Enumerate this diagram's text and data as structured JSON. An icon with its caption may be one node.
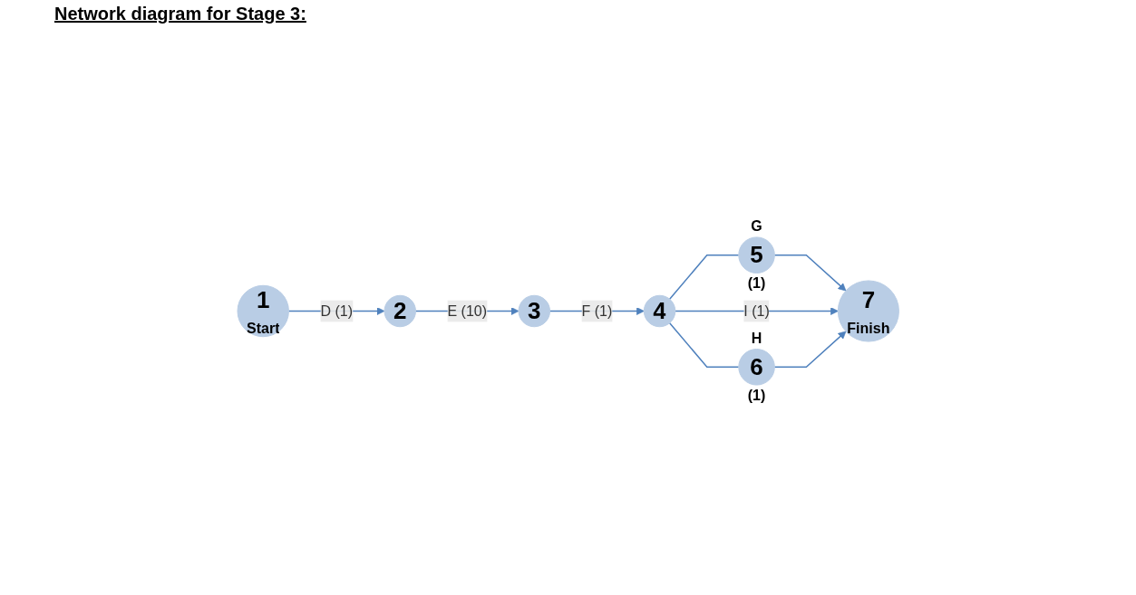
{
  "diagram": {
    "title": "Network diagram for Stage 3:",
    "nodes": [
      {
        "text": [
          "1",
          "Start"
        ]
      },
      {
        "text": [
          "2"
        ]
      },
      {
        "text": [
          "3"
        ]
      },
      {
        "text": [
          "4"
        ]
      },
      {
        "text": [
          "5"
        ],
        "beside": [
          "G",
          "(1)"
        ]
      },
      {
        "text": [
          "6"
        ],
        "beside": [
          "H",
          "(1)"
        ]
      },
      {
        "text": [
          "7",
          "Finish"
        ]
      }
    ],
    "edges": [
      {
        "from": 0,
        "to": 1,
        "arrow": "to",
        "label": "D (1)"
      },
      {
        "from": 1,
        "to": 2,
        "arrow": "to",
        "label": "E (10)"
      },
      {
        "from": 2,
        "to": 3,
        "arrow": "to",
        "label": "F (1)"
      },
      {
        "from": 3,
        "to": 4,
        "arrow": "none"
      },
      {
        "from": 3,
        "to": 5,
        "arrow": "none"
      },
      {
        "from": 4,
        "to": 6,
        "arrow": "to"
      },
      {
        "from": 3,
        "to": 6,
        "arrow": "to",
        "label": "I (1)"
      },
      {
        "from": 5,
        "to": 6,
        "arrow": "to"
      }
    ]
  }
}
